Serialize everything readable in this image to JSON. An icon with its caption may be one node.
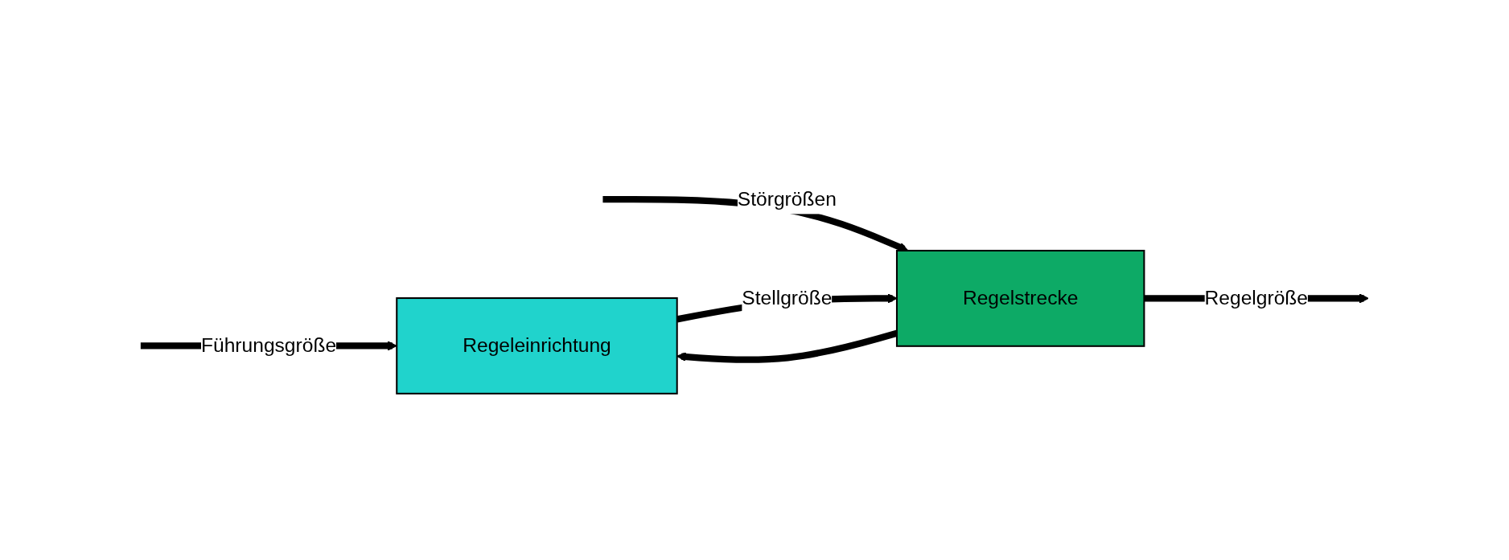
{
  "diagram": {
    "nodes": [
      {
        "text": [
          "Regeleinrichtung"
        ]
      },
      {
        "text": [
          "Regelstrecke"
        ]
      }
    ],
    "edges": [
      {
        "from": null,
        "to": 0,
        "arrow": "to",
        "label": "Führungsgröße"
      },
      {
        "from": 0,
        "to": 1,
        "arrow": "to",
        "label": "Stellgröße"
      },
      {
        "from": null,
        "to": 1,
        "arrow": "to",
        "label": "Störgrößen"
      },
      {
        "from": 1,
        "to": null,
        "arrow": "to",
        "label": "Regelgröße"
      },
      {
        "from": 1,
        "to": 0,
        "arrow": "to"
      }
    ]
  }
}
